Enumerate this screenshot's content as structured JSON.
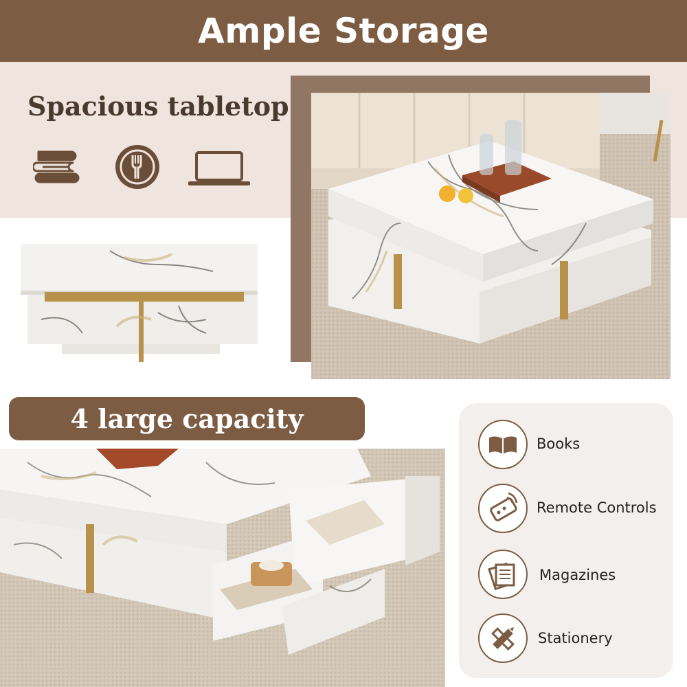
{
  "header": {
    "title": "Ample Storage"
  },
  "tabletop": {
    "title": "Spacious tabletop",
    "icons": [
      "books-stack-icon",
      "plate-fork-icon",
      "laptop-icon"
    ]
  },
  "drawers": {
    "title": "4 large capacity drawers"
  },
  "storage_items": [
    {
      "label": "Books",
      "icon": "open-book-icon"
    },
    {
      "label": "Remote Controls",
      "icon": "remote-control-icon"
    },
    {
      "label": "Magazines",
      "icon": "magazine-icon"
    },
    {
      "label": "Stationery",
      "icon": "pencil-ruler-icon"
    }
  ],
  "colors": {
    "accent_brown": "#7c5c42",
    "band_beige": "#efe5de",
    "frame_brown": "#917763",
    "gold": "#b8924a"
  }
}
